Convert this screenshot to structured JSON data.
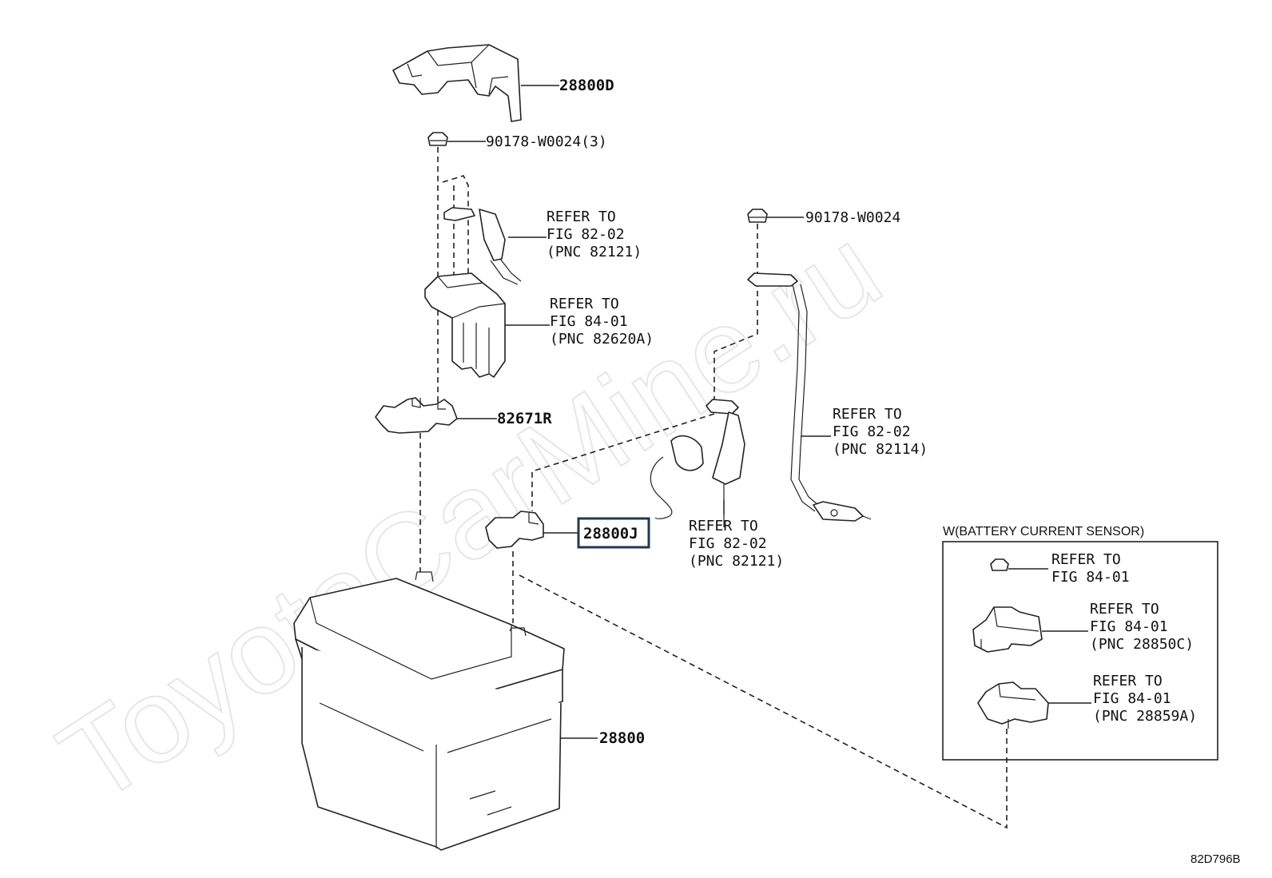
{
  "watermark": "ToyotaCarMine.ru",
  "figure_id": "82D796B",
  "inset": {
    "title": "W(BATTERY CURRENT SENSOR)"
  },
  "labels": {
    "cover_top": "28800D",
    "nut_top": "90178-W0024(3)",
    "ref_82121_top": {
      "l1": "REFER TO",
      "l2": "FIG 82-02",
      "l3": "(PNC 82121)"
    },
    "ref_82620a": {
      "l1": "REFER TO",
      "l2": "FIG 84-01",
      "l3": "(PNC 82620A)"
    },
    "clamp": "82671R",
    "nut_right": "90178-W0024",
    "ref_82114": {
      "l1": "REFER TO",
      "l2": "FIG 82-02",
      "l3": "(PNC 82114)"
    },
    "terminal_highlighted": "28800J",
    "ref_82121_bottom": {
      "l1": "REFER TO",
      "l2": "FIG 82-02",
      "l3": "(PNC 82121)"
    },
    "battery": "28800",
    "inset_nut": {
      "l1": "REFER TO",
      "l2": "FIG 84-01"
    },
    "inset_sensor": {
      "l1": "REFER TO",
      "l2": "FIG 84-01",
      "l3": "(PNC 28850C)"
    },
    "inset_bracket": {
      "l1": "REFER TO",
      "l2": "FIG 84-01",
      "l3": "(PNC 28859A)"
    }
  }
}
